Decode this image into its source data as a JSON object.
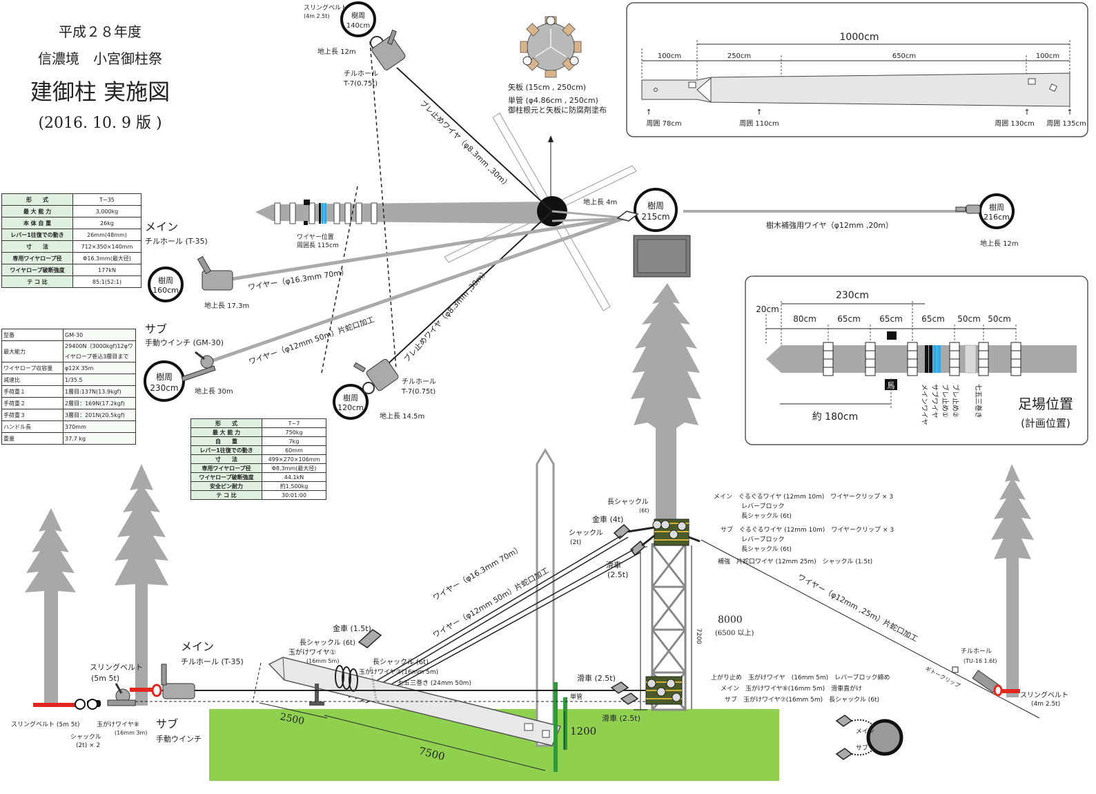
{
  "title": {
    "year": "平成２８年度",
    "event": "信濃境　小宮御柱祭",
    "main": "建御柱 実施図",
    "version": "(2016. 10. 9 版 )"
  },
  "table_t35": {
    "rows": [
      {
        "k": "形　　式",
        "v": "T−35"
      },
      {
        "k": "最 大 能 力",
        "v": "3,000kg"
      },
      {
        "k": "本 体 自 重",
        "v": "26kg"
      },
      {
        "k": "レバー1往復での動き",
        "v": "26mm(48mm)"
      },
      {
        "k": "寸　　法",
        "v": "712×350×140mm"
      },
      {
        "k": "専用ワイヤロープ径",
        "v": "Φ16.3mm(最大径)"
      },
      {
        "k": "ワイヤロープ破断強度",
        "v": "177kN"
      },
      {
        "k": "テ コ 比",
        "v": "85:1(52:1)"
      }
    ]
  },
  "table_gm30": {
    "rows": [
      {
        "k": "型番",
        "v": "GM-30"
      },
      {
        "k": "最大能力",
        "v": "29400N（3000kgf)12φワイヤロープ巻込3層目まで"
      },
      {
        "k": "ワイヤロープ収容量",
        "v": "φ12X 35m"
      },
      {
        "k": "減速比",
        "v": "1/35.5"
      },
      {
        "k": "手荷重１",
        "v": "1層目:137N(13.9kgf)"
      },
      {
        "k": "手荷重２",
        "v": "2層目：169N(17.2kgf)"
      },
      {
        "k": "手荷重３",
        "v": "3層目：201N(20.5kgf)"
      },
      {
        "k": "ハンドル長",
        "v": "370mm"
      },
      {
        "k": "重量",
        "v": "37.7 kg"
      }
    ]
  },
  "table_t7": {
    "rows": [
      {
        "k": "形　　式",
        "v": "T−7"
      },
      {
        "k": "最 大 能 力",
        "v": "750kg"
      },
      {
        "k": "自　　重",
        "v": "7kg"
      },
      {
        "k": "レバー1往復での動き",
        "v": "60mm"
      },
      {
        "k": "寸　　法",
        "v": "499×270×106mm"
      },
      {
        "k": "専用ワイヤロープ径",
        "v": "Φ8.3mm(最大径)"
      },
      {
        "k": "ワイヤロープ破断強度",
        "v": "44.1kN"
      },
      {
        "k": "安全ピン耐力",
        "v": "約1,500kg"
      },
      {
        "k": "テ コ 比",
        "v": "30:01:00"
      }
    ]
  },
  "plan": {
    "sling_top": "スリングベルト",
    "sling_top_spec": "(4m 2.5t)",
    "tree_top": [
      "樹周",
      "140cm"
    ],
    "height_top": "地上長 12m",
    "tirfor_top": [
      "チルホール",
      "T-7(0.75t)"
    ],
    "sway_wire_1": "ブレ止めワイヤ（φ8.3mm ,30m）",
    "sway_wire_2": "ブレ止めワイヤ（φ8.3mm ,30m）",
    "board_note": "矢板 (15cm , 250cm)",
    "pipe_note_1": "単管 (φ4.86cm , 250cm)",
    "pipe_note_2": "御柱根元と矢板に防腐剤塗布",
    "main_label": "メイン",
    "main_tirfor": "チルホール (T-35)",
    "tree_left": [
      "樹周",
      "160cm"
    ],
    "height_left": "地上長 17.3m",
    "main_wire": "ワイヤー（φ16.3mm 70m）",
    "wire_pos_1": "ワイヤー位置",
    "wire_pos_2": "周囲長 115cm",
    "height_4m": "地上長 4m",
    "tree_center": [
      "樹周",
      "215cm"
    ],
    "reinforce_wire": "樹木補強用ワイヤ（φ12mm ,20m）",
    "tree_right": [
      "樹周",
      "216cm"
    ],
    "height_right": "地上長 12m",
    "sub_label": "サブ",
    "sub_winch": "手動ウインチ (GM-30)",
    "tree_sub": [
      "樹周",
      "230cm"
    ],
    "height_sub": "地上長 30m",
    "sub_wire": "ワイヤー（φ12mm 50m）片蛇口加工",
    "tirfor_bottom": [
      "チルホール",
      "T-7(0.75t)"
    ],
    "tree_bottom": [
      "樹周",
      "120cm"
    ],
    "height_bottom": "地上長 14.5m"
  },
  "pillar": {
    "length": "1000cm",
    "segs": [
      "100cm",
      "250cm",
      "650cm",
      "100cm"
    ],
    "girths": [
      "周囲 78cm",
      "周囲 110cm",
      "周囲 130cm",
      "周囲 135cm"
    ]
  },
  "scaffold": {
    "total": "230cm",
    "dims": [
      "20cm",
      "80cm",
      "65cm",
      "65cm",
      "65cm",
      "50cm",
      "50cm"
    ],
    "approx": "約 180cm",
    "horse": "馬",
    "vlabels": [
      "メインワイヤ",
      "サブワイヤ",
      "ブレ止め①",
      "ブレ止め②",
      "七五三巻き"
    ],
    "title": "足場位置",
    "subtitle": "(計画位置)"
  },
  "elevation": {
    "long_shackle_top": "長シャックル",
    "long_shackle_top_spec": "(6t)",
    "block_4t": "金車 (4t)",
    "shackle_2t": [
      "シャックル",
      "(2t)"
    ],
    "pulley_25_top": [
      "滑車",
      "(2.5t)"
    ],
    "notes_top": [
      "メイン　ぐるぐるワイヤ (12mm 10m)　ワイヤークリップ × 3",
      "レバーブロック",
      "長シャックル (6t)",
      "サブ　ぐるぐるワイヤ (12mm 10m)　ワイヤークリップ × 3",
      "レバーブロック",
      "長シャックル (6t)",
      "補強　片蛇口ワイヤ (12mm 25m)　シャックル (1.5t)"
    ],
    "dim_8000": "8000",
    "dim_6500": "(6500 以上)",
    "dim_7200": "7200",
    "wire_main": "ワイヤー（φ16.3mm 70m）",
    "wire_sub": "ワイヤー（φ12mm 50m）片蛇口加工",
    "wire_right": "ワイヤー（φ12mm ,25m）片蛇口加工",
    "tirfor_right": [
      "チルホール",
      "(TU-16 1.6t)"
    ],
    "wire_clip": "ギトークリップ",
    "sling_right": [
      "スリングベルト",
      "(4m 2.5t)"
    ],
    "block_15": "金車 (1.5t)",
    "long_shackle_6t": "長シャックル (6t)",
    "tama1": [
      "玉がけワイヤ①",
      "(16mm 5m)"
    ],
    "long_shackle_6t_b": "長シャックル (6t)",
    "tama2": "玉がけワイヤ②(16mm 5m)",
    "shime": "七五三巻き (24mm 50m)",
    "main_label": "メイン",
    "main_tirfor": "チルホール (T-35)",
    "sling_left": [
      "スリングベルト",
      "(5m 5t)"
    ],
    "sub_label": "サブ",
    "sub_winch": "手動ウインチ",
    "sling_bottom": "スリングベルト (5m 5t)",
    "shackle_x2": [
      "シャックル",
      "(2t) × 2"
    ],
    "tama8": [
      "玉がけワイヤ⑧",
      "(16mm 3m)"
    ],
    "pulley_left": "滑車 (2.5t)",
    "pipe": "単管",
    "pulley_bottom": "滑車 (2.5t)",
    "notes_bottom": [
      "上がり止め　玉がけワイヤ　(16mm 5m)　レバーブロック締め",
      "メイン　玉がけワイヤ⑥(16mm 5m)　滑車直がけ",
      "サブ　玉がけワイヤ⑦(16mm 5m)　長シャックル (6t)"
    ],
    "dim_2500": "2500",
    "dim_7500": "7500",
    "dim_1200": "1200",
    "legend_main": "メイン",
    "legend_sub": "サブ"
  },
  "colors": {
    "ground": "#8fd14f",
    "tree": "#a8a8a8",
    "red_sling": "#e3261f",
    "blue_wire": "#35a9e0",
    "green_post": "#2e9a3a"
  }
}
